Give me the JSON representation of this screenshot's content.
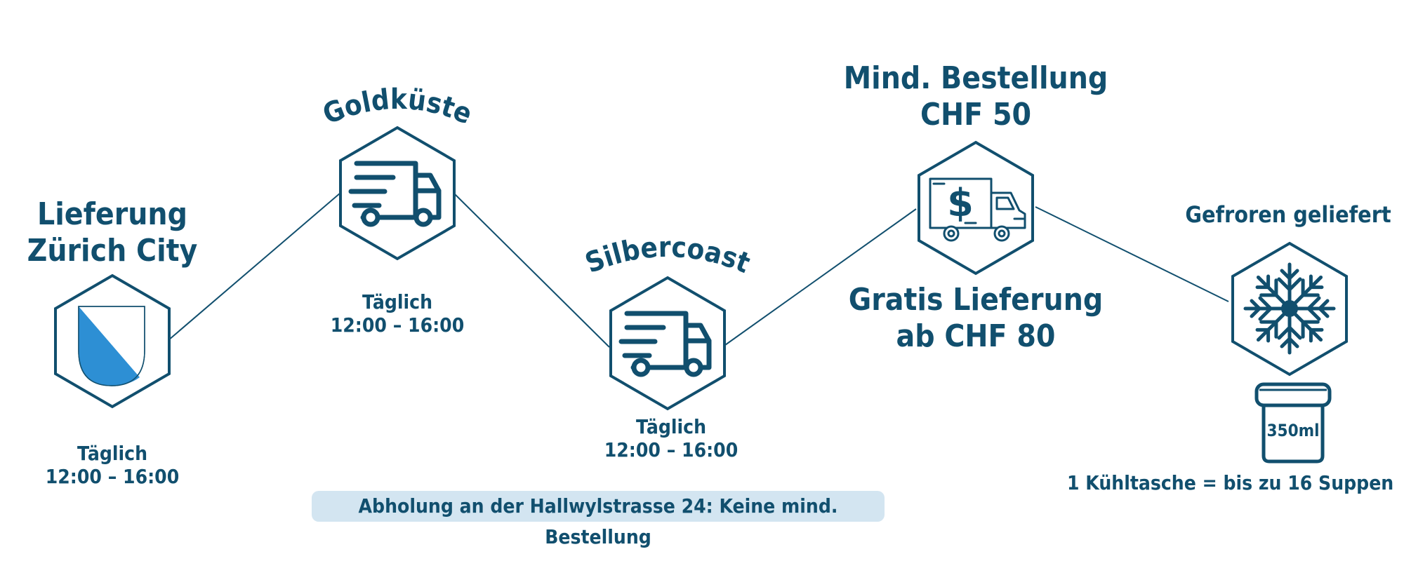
{
  "colors": {
    "primary": "#114f6e",
    "accent": "#2d8fd4",
    "pill_bg": "#d3e5f1"
  },
  "stops": {
    "city": {
      "title_line1": "Lieferung",
      "title_line2": "Zürich City",
      "hours_label": "Täglich",
      "hours": "12:00 – 16:00",
      "icon": "zurich-coat-of-arms-icon"
    },
    "gold": {
      "title": "Goldküste",
      "hours_label": "Täglich",
      "hours": "12:00 – 16:00",
      "icon": "delivery-truck-icon"
    },
    "silber": {
      "title": "Silbercoast",
      "hours_label": "Täglich",
      "hours": "12:00 – 16:00",
      "icon": "delivery-truck-icon"
    },
    "order": {
      "min_line1": "Mind. Bestellung",
      "min_line2": "CHF 50",
      "free_line1": "Gratis Lieferung",
      "free_line2": "ab CHF 80",
      "icon": "money-truck-icon",
      "dollar": "$"
    },
    "frozen": {
      "title": "Gefroren geliefert",
      "jar_label": "350ml",
      "note": "1 Kühltasche = bis zu 16 Suppen",
      "icon": "snowflake-icon"
    }
  },
  "pickup_note": "Abholung an der Hallwylstrasse 24: Keine mind. Bestellung"
}
